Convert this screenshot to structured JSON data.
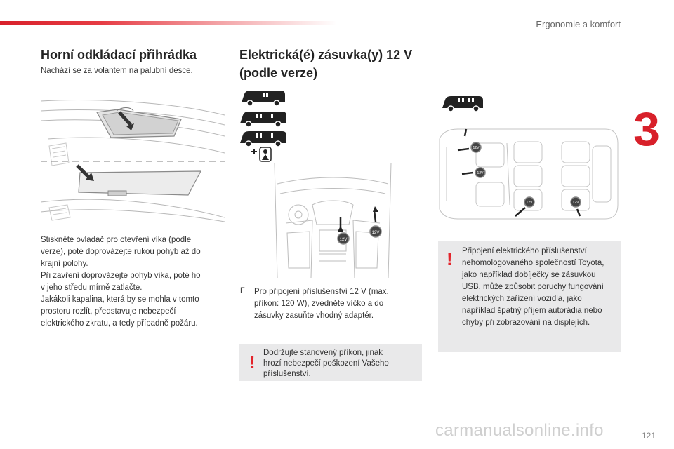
{
  "header": {
    "chapter": "Ergonomie a komfort",
    "chapter_number": "3",
    "accent_color": "#d8202a"
  },
  "left": {
    "title": "Horní odkládací přihrádka",
    "intro": "Nachází se za volantem na palubní desce.",
    "paragraphs": [
      "Stiskněte ovladač pro otevření víka (podle",
      "verze), poté doprovázejte rukou pohyb až do",
      "krajní polohy.",
      "Při zavření doprovázejte pohyb víka, poté ho",
      "v jeho středu mírně zatlačte.",
      "Jakákoli kapalina, která by se mohla v tomto",
      "prostoru rozlít, představuje nebezpečí",
      "elektrického zkratu, a tedy případně požáru."
    ]
  },
  "middle": {
    "title_line1": "Elektrická(é) zásuvka(y) 12 V",
    "title_line2": "(podle verze)",
    "socket_label": "12V",
    "bullet_symbol": "F",
    "bullet_lines": [
      "Pro připojení příslušenství 12 V (max.",
      "příkon: 120 W), zvedněte víčko a do",
      "zásuvky zasuňte vhodný adaptér."
    ],
    "warning_lines": [
      "Dodržujte stanovený příkon, jinak",
      "hrozí nebezpečí poškození Vašeho",
      "příslušenství."
    ]
  },
  "right": {
    "warning_lines": [
      "Připojení elektrického příslušenství",
      "nehomologovaného společností Toyota,",
      "jako například dobíječky se zásuvkou",
      "USB, může způsobit poruchy fungování",
      "elektrických zařízení vozidla, jako",
      "například špatný příjem autorádia nebo",
      "chyby při zobrazování na displejích."
    ]
  },
  "footer": {
    "page_number": "121",
    "watermark": "carmanualsonline.info"
  }
}
